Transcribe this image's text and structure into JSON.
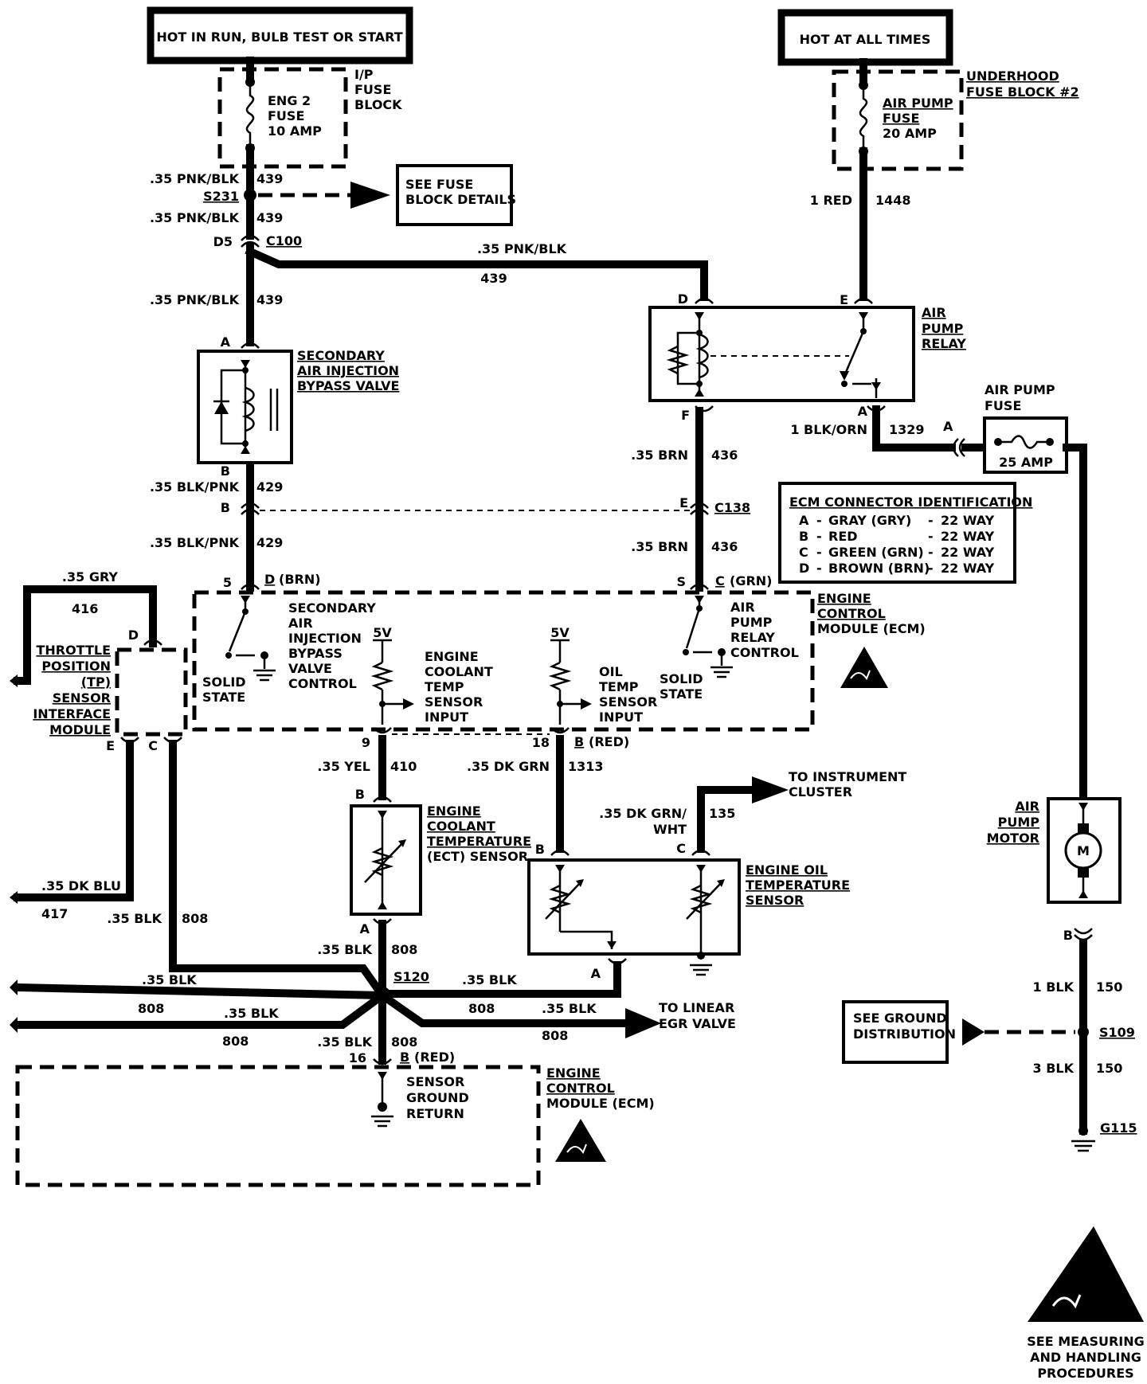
{
  "banners": {
    "left": "HOT IN RUN, BULB TEST OR START",
    "right": "HOT AT ALL TIMES"
  },
  "fuse_blocks": {
    "ip_block": [
      "I/P",
      "FUSE",
      "BLOCK"
    ],
    "eng2_fuse": [
      "ENG 2",
      "FUSE",
      "10 AMP"
    ],
    "underhood_block": [
      "UNDERHOOD",
      "FUSE BLOCK #2"
    ],
    "air_pump_fuse20": [
      "AIR PUMP",
      "FUSE",
      "20 AMP"
    ],
    "air_pump_fuse25_title": [
      "AIR PUMP",
      "FUSE"
    ],
    "air_pump_fuse25_rating": "25 AMP"
  },
  "see_fuse": [
    "SEE FUSE",
    "BLOCK DETAILS"
  ],
  "see_ground": [
    "SEE GROUND",
    "DISTRIBUTION"
  ],
  "components": {
    "bypass_valve": [
      "SECONDARY",
      "AIR INJECTION",
      "BYPASS VALVE"
    ],
    "air_pump_relay": [
      "AIR",
      "PUMP",
      "RELAY"
    ],
    "ecm": [
      "ENGINE",
      "CONTROL",
      "MODULE (ECM)"
    ],
    "tp_module": [
      "THROTTLE",
      "POSITION",
      "(TP)",
      "SENSOR",
      "INTERFACE",
      "MODULE"
    ],
    "ect_sensor": [
      "ENGINE",
      "COOLANT",
      "TEMPERATURE",
      "(ECT) SENSOR"
    ],
    "oil_temp_sensor": [
      "ENGINE OIL",
      "TEMPERATURE",
      "SENSOR"
    ],
    "air_pump_motor": [
      "AIR",
      "PUMP",
      "MOTOR"
    ],
    "motor_symbol": "M",
    "to_cluster": [
      "TO INSTRUMENT",
      "CLUSTER"
    ],
    "to_egr": [
      "TO LINEAR",
      "EGR VALVE"
    ]
  },
  "ecm_internal": {
    "bypass_ctrl": [
      "SECONDARY",
      "AIR",
      "INJECTION",
      "BYPASS",
      "VALVE",
      "CONTROL"
    ],
    "solid_state": [
      "SOLID",
      "STATE"
    ],
    "relay_ctrl": [
      "AIR",
      "PUMP",
      "RELAY",
      "CONTROL"
    ],
    "coolant_input": [
      "ENGINE",
      "COOLANT",
      "TEMP",
      "SENSOR",
      "INPUT"
    ],
    "oil_input": [
      "OIL",
      "TEMP",
      "SENSOR",
      "INPUT"
    ],
    "five_v": "5V",
    "sensor_ground": [
      "SENSOR",
      "GROUND",
      "RETURN"
    ]
  },
  "ecm_connector_table": {
    "title": "ECM CONNECTOR IDENTIFICATION",
    "rows": [
      {
        "pin": "A",
        "desc": "GRAY (GRY)",
        "way": "22 WAY"
      },
      {
        "pin": "B",
        "desc": "RED",
        "way": "22 WAY"
      },
      {
        "pin": "C",
        "desc": "GREEN (GRN)",
        "way": "22 WAY"
      },
      {
        "pin": "D",
        "desc": "BROWN (BRN)",
        "way": "22 WAY"
      }
    ]
  },
  "handling_note": [
    "SEE MEASURING",
    "AND HANDLING",
    "PROCEDURES"
  ],
  "wires": {
    "pnk_blk": ".35 PNK/BLK",
    "c439": "439",
    "red": "1 RED",
    "c1448": "1448",
    "blk_pnk": ".35 BLK/PNK",
    "c429": "429",
    "brn": ".35 BRN",
    "c436": "436",
    "blk_orn": "1 BLK/ORN",
    "c1329": "1329",
    "gry": ".35 GRY",
    "c416": "416",
    "dk_blu": ".35 DK BLU",
    "c417": "417",
    "blk": ".35 BLK",
    "c808": "808",
    "yel": ".35 YEL",
    "c410": "410",
    "dk_grn": ".35 DK GRN",
    "c1313": "1313",
    "dk_grn_wht_1": ".35 DK GRN/",
    "dk_grn_wht_2": "WHT",
    "c135": "135",
    "blk1": "1 BLK",
    "blk3": "3 BLK",
    "c150": "150"
  },
  "connectors": {
    "s231": "S231",
    "c100": "C100",
    "d5": "D5",
    "c138": "C138",
    "s120": "S120",
    "s109": "S109",
    "g115": "G115",
    "pin_a": "A",
    "pin_b": "B",
    "pin_c": "C",
    "pin_d": "D",
    "pin_e": "E",
    "pin_f": "F",
    "pin_s": "S",
    "pin_5": "5",
    "pin_9": "9",
    "pin_18": "18",
    "pin_16": "16",
    "d_brn_letter": "D",
    "d_brn_rest": "(BRN)",
    "c_grn_letter": "C",
    "c_grn_rest": "(GRN)",
    "b_red_letter": "B",
    "b_red_rest": "(RED)"
  }
}
